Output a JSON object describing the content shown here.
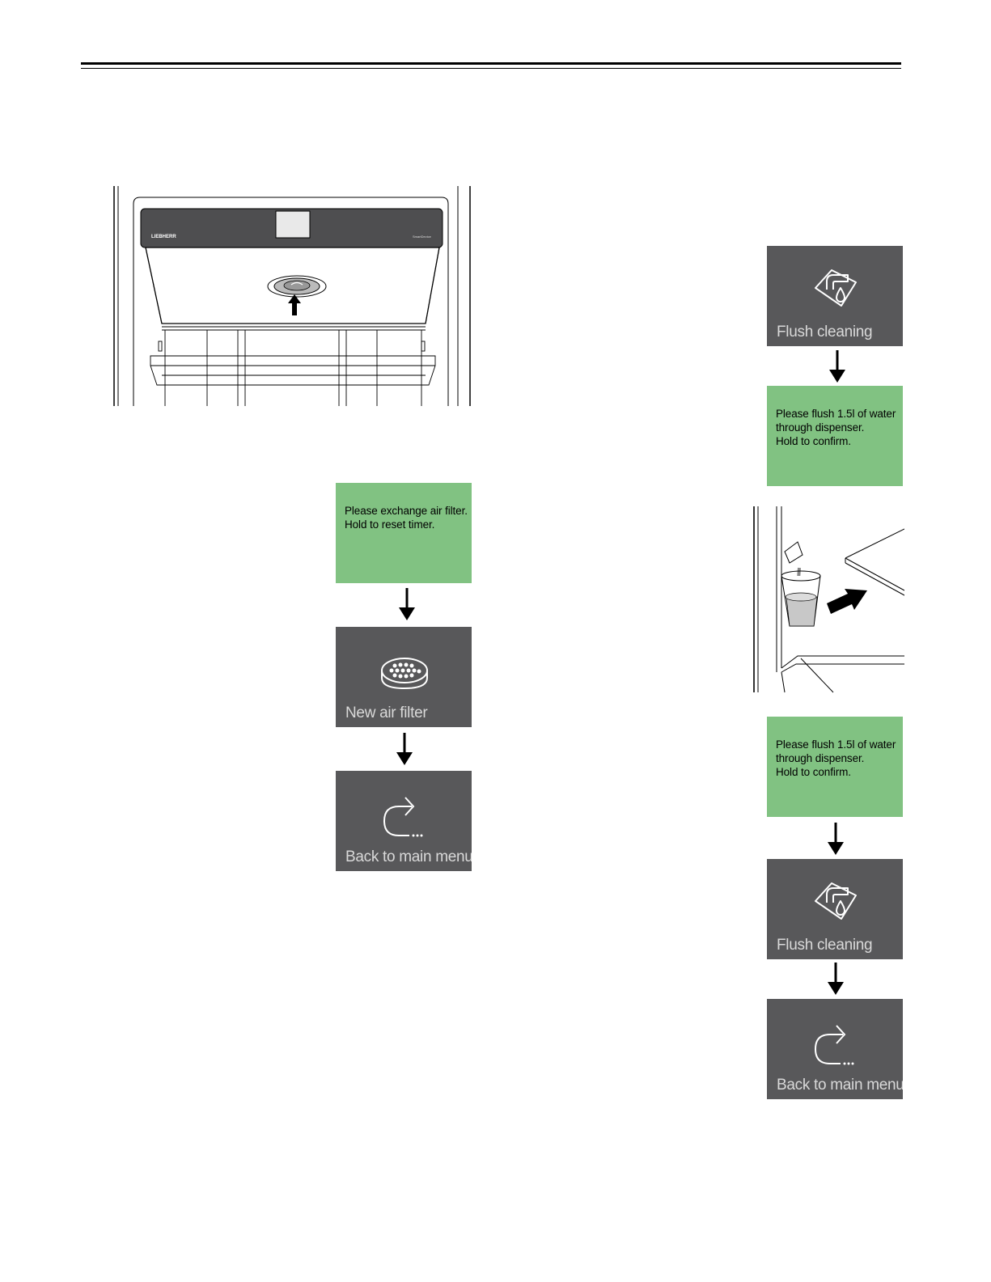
{
  "colors": {
    "panel_green": "#81c282",
    "tile_dark": "#58585a",
    "tile_text": "#d9d9d9"
  },
  "appliance": {
    "brand": "LIEBHERR",
    "series": "SmartDevice"
  },
  "left_flow": {
    "message": "Please exchange air filter.\nHold to reset timer.",
    "tile_filter": {
      "label": "New air filter",
      "icon": "air-filter-icon"
    },
    "tile_back": {
      "label": "Back to main menu",
      "icon": "back-arrow-icon"
    }
  },
  "right_flow": {
    "tile_flush_1": {
      "label": "Flush cleaning",
      "icon": "flush-cleaning-icon"
    },
    "message_1": "Please flush 1.5l of water through dispenser.\nHold to confirm.",
    "message_2": "Please flush 1.5l of water through dispenser.\nHold to confirm.",
    "tile_flush_2": {
      "label": "Flush cleaning",
      "icon": "flush-cleaning-icon"
    },
    "tile_back": {
      "label": "Back to main menu",
      "icon": "back-arrow-icon"
    }
  }
}
